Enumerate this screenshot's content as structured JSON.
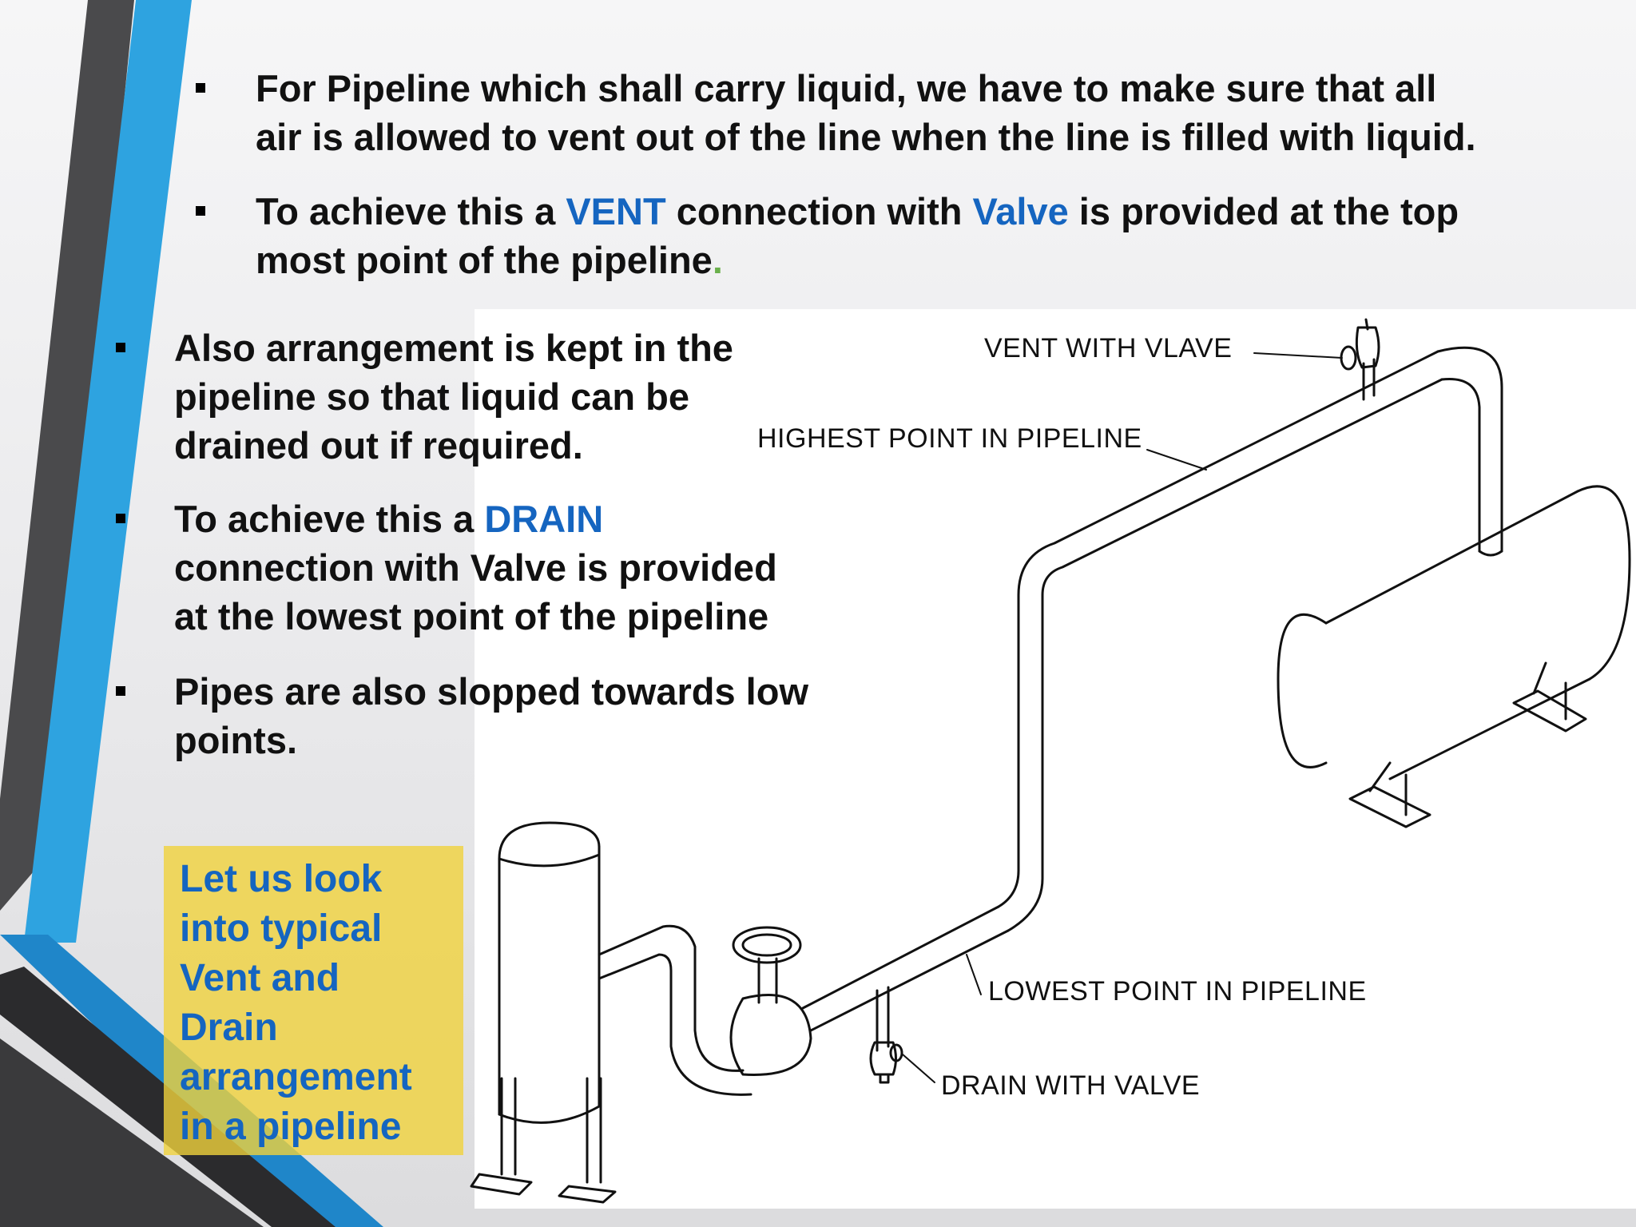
{
  "top_bullets": [
    {
      "line1": "For Pipeline which shall carry liquid, we have to make sure that all",
      "line2": "air is allowed to vent out of the line when the line is filled with liquid."
    },
    {
      "pre": "To achieve this a ",
      "vent": "VENT",
      "mid": " connection with ",
      "valve": "Valve",
      "post": " is provided at the top",
      "line2": "most point of the pipeline",
      "period": "."
    }
  ],
  "left_bullets": [
    {
      "lines": [
        "Also arrangement is kept in the",
        "pipeline so that liquid can be",
        "drained out if required."
      ]
    },
    {
      "pre": "To achieve this a ",
      "drain": "DRAIN",
      "line2": "connection with Valve is provided",
      "line3": "at the lowest point of the pipeline"
    },
    {
      "lines": [
        "Pipes are also slopped towards low",
        "points."
      ]
    }
  ],
  "callout": {
    "lines": [
      "Let us look",
      "into typical",
      "Vent and",
      "Drain",
      "arrangement",
      "in a pipeline"
    ]
  },
  "diagram_labels": {
    "vent": "VENT WITH VLAVE",
    "highest": "HIGHEST POINT IN PIPELINE",
    "lowest": "LOWEST POINT IN PIPELINE",
    "drain": "DRAIN WITH VALVE"
  },
  "colors": {
    "accent_blue": "#1565c0",
    "stripe_blue": "#2ea3e0",
    "stripe_dark": "#3a3a3c",
    "callout_yellow": "#f0d23c"
  }
}
